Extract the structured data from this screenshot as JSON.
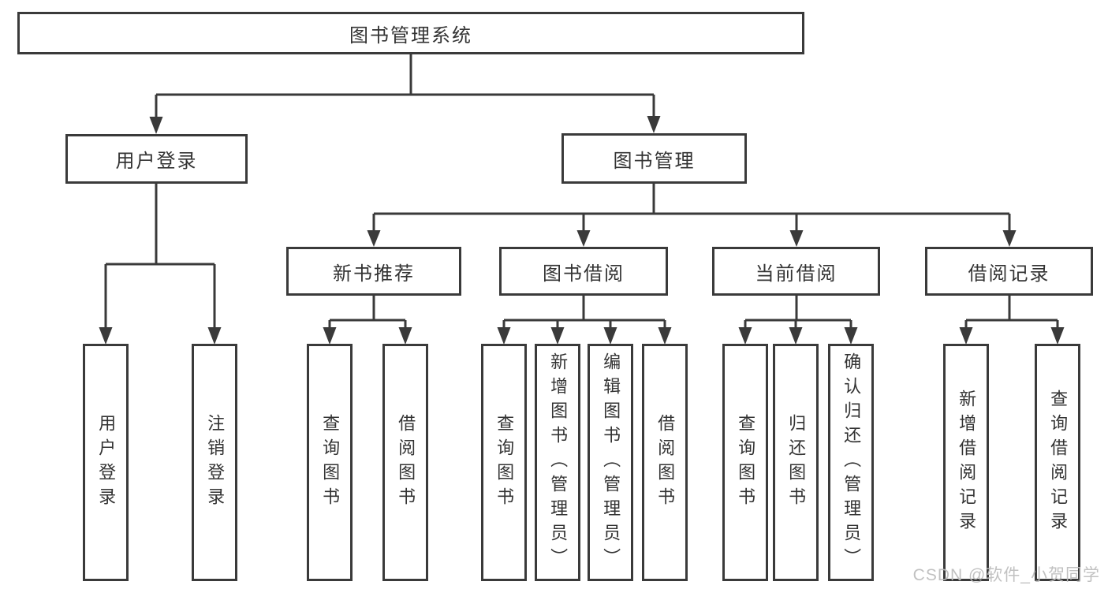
{
  "tree": {
    "root": {
      "label": "图书管理系统"
    },
    "user_login": {
      "label": "用户登录",
      "children": [
        {
          "label": "用户登录"
        },
        {
          "label": "注销登录"
        }
      ]
    },
    "book_mgmt": {
      "label": "图书管理",
      "sections": [
        {
          "label": "新书推荐",
          "children": [
            {
              "label": "查询图书"
            },
            {
              "label": "借阅图书"
            }
          ]
        },
        {
          "label": "图书借阅",
          "children": [
            {
              "label": "查询图书"
            },
            {
              "label": "新增图书（管理员）"
            },
            {
              "label": "编辑图书（管理员）"
            },
            {
              "label": "借阅图书"
            }
          ]
        },
        {
          "label": "当前借阅",
          "children": [
            {
              "label": "查询图书"
            },
            {
              "label": "归还图书"
            },
            {
              "label": "确认归还（管理员）"
            }
          ]
        },
        {
          "label": "借阅记录",
          "children": [
            {
              "label": "新增借阅记录"
            },
            {
              "label": "查询借阅记录"
            }
          ]
        }
      ]
    }
  },
  "watermark": {
    "text": "CSDN @软件_小贺同学"
  },
  "colors": {
    "line": "#3a3a3a",
    "text": "#333333",
    "background": "#ffffff",
    "watermark": "#bebebe"
  }
}
